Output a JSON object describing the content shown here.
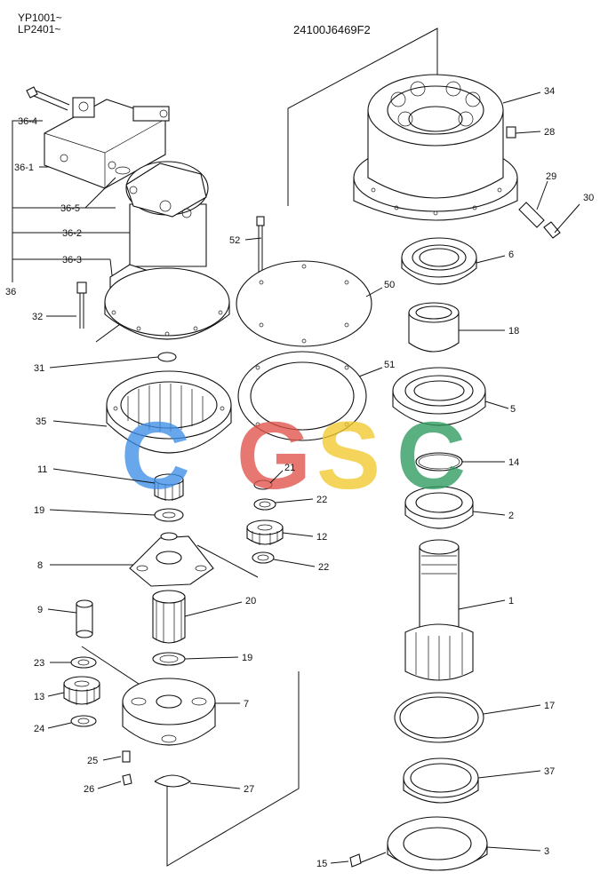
{
  "header": {
    "serial_line1": "YP1001~",
    "serial_line2": "LP2401~",
    "drawing_no": "24100J6469F2"
  },
  "watermark": {
    "letters": [
      {
        "char": "C",
        "color": "#3f8fe8"
      },
      {
        "char": "G",
        "color": "#e0524a"
      },
      {
        "char": "S",
        "color": "#f2c82e"
      },
      {
        "char": "C",
        "color": "#2e9a5e"
      }
    ]
  },
  "labels": {
    "p34": "34",
    "p28": "28",
    "p29": "29",
    "p30": "30",
    "p6": "6",
    "p50": "50",
    "p52": "52",
    "p18": "18",
    "p51": "51",
    "p5": "5",
    "p14": "14",
    "p2": "2",
    "p1": "1",
    "p17": "17",
    "p37": "37",
    "p3": "3",
    "p15": "15",
    "p36_4": "36-4",
    "p36_1": "36-1",
    "p36_5": "36-5",
    "p36_2": "36-2",
    "p36_3": "36-3",
    "p36": "36",
    "p32": "32",
    "p31": "31",
    "p35": "35",
    "p11": "11",
    "p21": "21",
    "p22a": "22",
    "p19a": "19",
    "p12": "12",
    "p8": "8",
    "p22b": "22",
    "p9": "9",
    "p20": "20",
    "p23": "23",
    "p19b": "19",
    "p13": "13",
    "p7": "7",
    "p24": "24",
    "p25": "25",
    "p26": "26",
    "p27": "27"
  }
}
